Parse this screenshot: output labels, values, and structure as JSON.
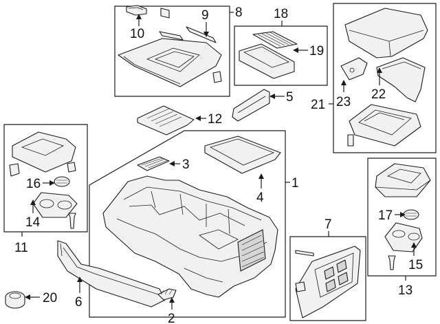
{
  "callouts": {
    "c1": "1",
    "c2": "2",
    "c3": "3",
    "c4": "4",
    "c5": "5",
    "c6": "6",
    "c7": "7",
    "c8": "8",
    "c9": "9",
    "c10": "10",
    "c11": "11",
    "c12": "12",
    "c13": "13",
    "c14": "14",
    "c15": "15",
    "c16": "16",
    "c17": "17",
    "c18": "18",
    "c19": "19",
    "c20": "20",
    "c21": "21",
    "c22": "22",
    "c23": "23"
  },
  "colors": {
    "line": "#1a1a1a",
    "part_fill": "#f1f1f1",
    "background": "#ffffff"
  }
}
